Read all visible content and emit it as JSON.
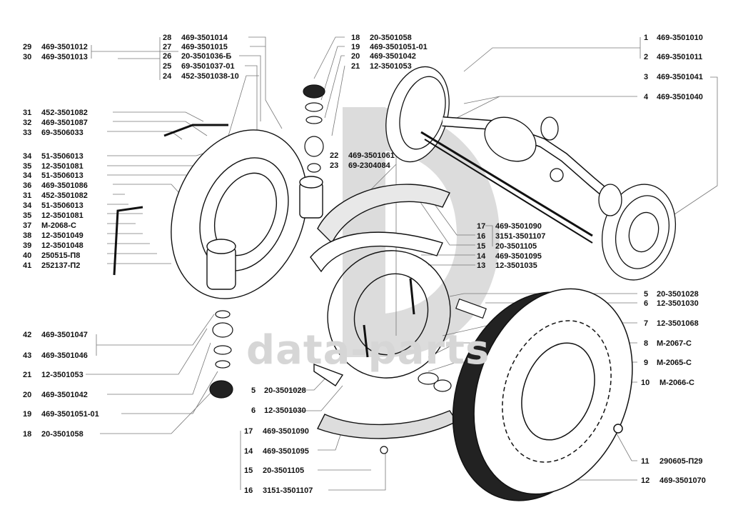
{
  "diagram": {
    "title": "Front axle brake mechanism — exploded view",
    "watermark": "data-parts",
    "ink_color": "#111111",
    "watermark_color": "#d6d6d6",
    "labels": [
      {
        "id": "l29",
        "num": "29",
        "part": "469-3501012"
      },
      {
        "id": "l30",
        "num": "30",
        "part": "469-3501013"
      },
      {
        "id": "l28",
        "num": "28",
        "part": "469-3501014"
      },
      {
        "id": "l27",
        "num": "27",
        "part": "469-3501015"
      },
      {
        "id": "l26",
        "num": "26",
        "part": "20-3501036-Б"
      },
      {
        "id": "l25",
        "num": "25",
        "part": "69-3501037-01"
      },
      {
        "id": "l24",
        "num": "24",
        "part": "452-3501038-10"
      },
      {
        "id": "l18t",
        "num": "18",
        "part": "20-3501058"
      },
      {
        "id": "l19t",
        "num": "19",
        "part": "469-3501051-01"
      },
      {
        "id": "l20t",
        "num": "20",
        "part": "469-3501042"
      },
      {
        "id": "l21t",
        "num": "21",
        "part": "12-3501053"
      },
      {
        "id": "l1",
        "num": "1",
        "part": "469-3501010"
      },
      {
        "id": "l2",
        "num": "2",
        "part": "469-3501011"
      },
      {
        "id": "l3",
        "num": "3",
        "part": "469-3501041"
      },
      {
        "id": "l4",
        "num": "4",
        "part": "469-3501040"
      },
      {
        "id": "l31a",
        "num": "31",
        "part": "452-3501082"
      },
      {
        "id": "l32",
        "num": "32",
        "part": "469-3501087"
      },
      {
        "id": "l33",
        "num": "33",
        "part": "69-3506033"
      },
      {
        "id": "l34a",
        "num": "34",
        "part": "51-3506013"
      },
      {
        "id": "l35a",
        "num": "35",
        "part": "12-3501081"
      },
      {
        "id": "l34b",
        "num": "34",
        "part": "51-3506013"
      },
      {
        "id": "l36",
        "num": "36",
        "part": "469-3501086"
      },
      {
        "id": "l31b",
        "num": "31",
        "part": "452-3501082"
      },
      {
        "id": "l34c",
        "num": "34",
        "part": "51-3506013"
      },
      {
        "id": "l35b",
        "num": "35",
        "part": "12-3501081"
      },
      {
        "id": "l37",
        "num": "37",
        "part": "М-2068-С"
      },
      {
        "id": "l38",
        "num": "38",
        "part": "12-3501049"
      },
      {
        "id": "l39",
        "num": "39",
        "part": "12-3501048"
      },
      {
        "id": "l40",
        "num": "40",
        "part": "250515-П8"
      },
      {
        "id": "l41",
        "num": "41",
        "part": "252137-П2"
      },
      {
        "id": "l22",
        "num": "22",
        "part": "469-3501061"
      },
      {
        "id": "l23",
        "num": "23",
        "part": "69-2304084"
      },
      {
        "id": "l17r",
        "num": "17",
        "part": "469-3501090"
      },
      {
        "id": "l16r",
        "num": "16",
        "part": "3151-3501107"
      },
      {
        "id": "l15r",
        "num": "15",
        "part": "20-3501105"
      },
      {
        "id": "l14r",
        "num": "14",
        "part": "469-3501095"
      },
      {
        "id": "l13",
        "num": "13",
        "part": "12-3501035"
      },
      {
        "id": "l5r",
        "num": "5",
        "part": "20-3501028"
      },
      {
        "id": "l6r",
        "num": "6",
        "part": "12-3501030"
      },
      {
        "id": "l7",
        "num": "7",
        "part": "12-3501068"
      },
      {
        "id": "l8",
        "num": "8",
        "part": "М-2067-С"
      },
      {
        "id": "l9",
        "num": "9",
        "part": "М-2065-С"
      },
      {
        "id": "l10",
        "num": "10",
        "part": "М-2066-С"
      },
      {
        "id": "l42",
        "num": "42",
        "part": "469-3501047"
      },
      {
        "id": "l43",
        "num": "43",
        "part": "469-3501046"
      },
      {
        "id": "l21b",
        "num": "21",
        "part": "12-3501053"
      },
      {
        "id": "l20b",
        "num": "20",
        "part": "469-3501042"
      },
      {
        "id": "l19b",
        "num": "19",
        "part": "469-3501051-01"
      },
      {
        "id": "l18b",
        "num": "18",
        "part": "20-3501058"
      },
      {
        "id": "l5b",
        "num": "5",
        "part": "20-3501028"
      },
      {
        "id": "l6b",
        "num": "6",
        "part": "12-3501030"
      },
      {
        "id": "l17b",
        "num": "17",
        "part": "469-3501090"
      },
      {
        "id": "l14b",
        "num": "14",
        "part": "469-3501095"
      },
      {
        "id": "l15b",
        "num": "15",
        "part": "20-3501105"
      },
      {
        "id": "l16b",
        "num": "16",
        "part": "3151-3501107"
      },
      {
        "id": "l11",
        "num": "11",
        "part": "290605-П29"
      },
      {
        "id": "l12",
        "num": "12",
        "part": "469-3501070"
      }
    ]
  }
}
